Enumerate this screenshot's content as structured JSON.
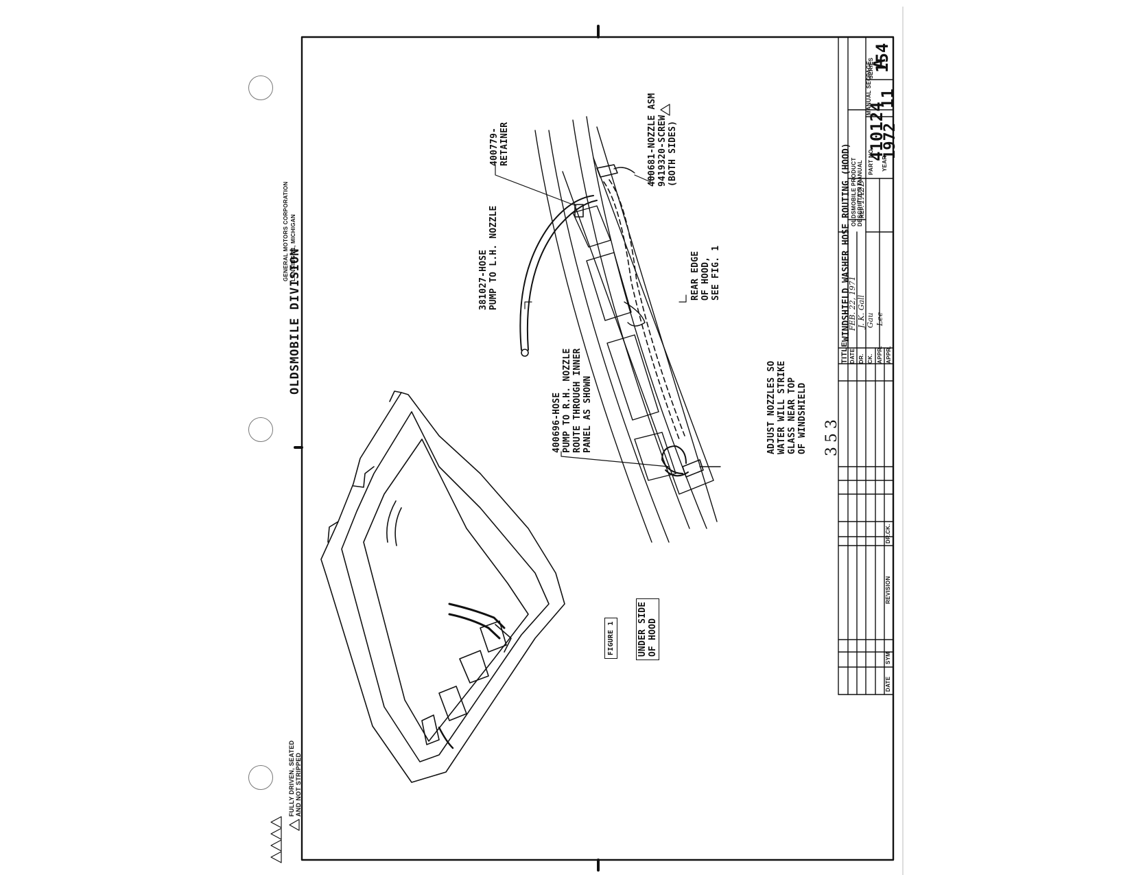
{
  "header": {
    "division": "OLDSMOBILE DIVISION",
    "corporation_line1": "GENERAL MOTORS CORPORATION",
    "corporation_line2": "LANSING 21, MICHIGAN"
  },
  "callouts": {
    "hose_lh_1": "381027-HOSE",
    "hose_lh_2": "PUMP TO L.H. NOZZLE",
    "retainer_1": "400779-",
    "retainer_2": "RETAINER",
    "nozzle_1": "400681-NOZZLE ASM",
    "nozzle_2": "9419320-SCREW",
    "nozzle_3": "(BOTH SIDES)",
    "rear_edge_1": "REAR EDGE",
    "rear_edge_2": "OF HOOD,",
    "rear_edge_3": "SEE FIG. 1",
    "hose_rh_1": "400696-HOSE",
    "hose_rh_2": "PUMP TO R.H. NOZZLE",
    "hose_rh_3": "ROUTE THROUGH INNER",
    "hose_rh_4": "PANEL AS SHOWN",
    "adjust_1": "ADJUST NOZZLES SO",
    "adjust_2": "WATER WILL STRIKE",
    "adjust_3": "GLASS NEAR TOP",
    "adjust_4": "OF WINDSHIELD",
    "figure_tag": "FIGURE 1",
    "figure_1": "UNDER SIDE",
    "figure_2": "OF HOOD",
    "handwritten_number": "353",
    "footnote_1": "FULLY DRIVEN, SEATED",
    "footnote_2": "AND NOT STRIPPED"
  },
  "title_block": {
    "title": "WINDSHIELD WASHER HOSE ROUTING (HOOD)",
    "title_label": "TITLE",
    "product_line1": "OLDSMOBILE PRODUCT",
    "product_line2": "DESCRIPTION MANUAL",
    "ref_label": "REF.",
    "ref_value": "1A2D",
    "part_label": "PART NO.",
    "part_no": "410124",
    "series_label": "SERIES",
    "series": "A",
    "year_label": "YEAR",
    "year": "1972",
    "manual_sec_label": "MANUAL SEC.",
    "manual_sec": "11",
    "page_label": "PAGE",
    "page": "154",
    "date_label": "DATE",
    "date_value": "FEB. 22, 1971",
    "dr_label": "DR.",
    "dr_value": "J. K. Gall",
    "ck_label": "CK.",
    "ck_value": "Gau",
    "appr_label": "APPR.",
    "appr_value": "Lee",
    "appr2_label": "APPR.",
    "rev_col_date": "DATE",
    "rev_col_sym": "SYM",
    "rev_col_revision": "REVISION",
    "rev_col_dr": "DR.",
    "rev_col_ck": "CK."
  }
}
